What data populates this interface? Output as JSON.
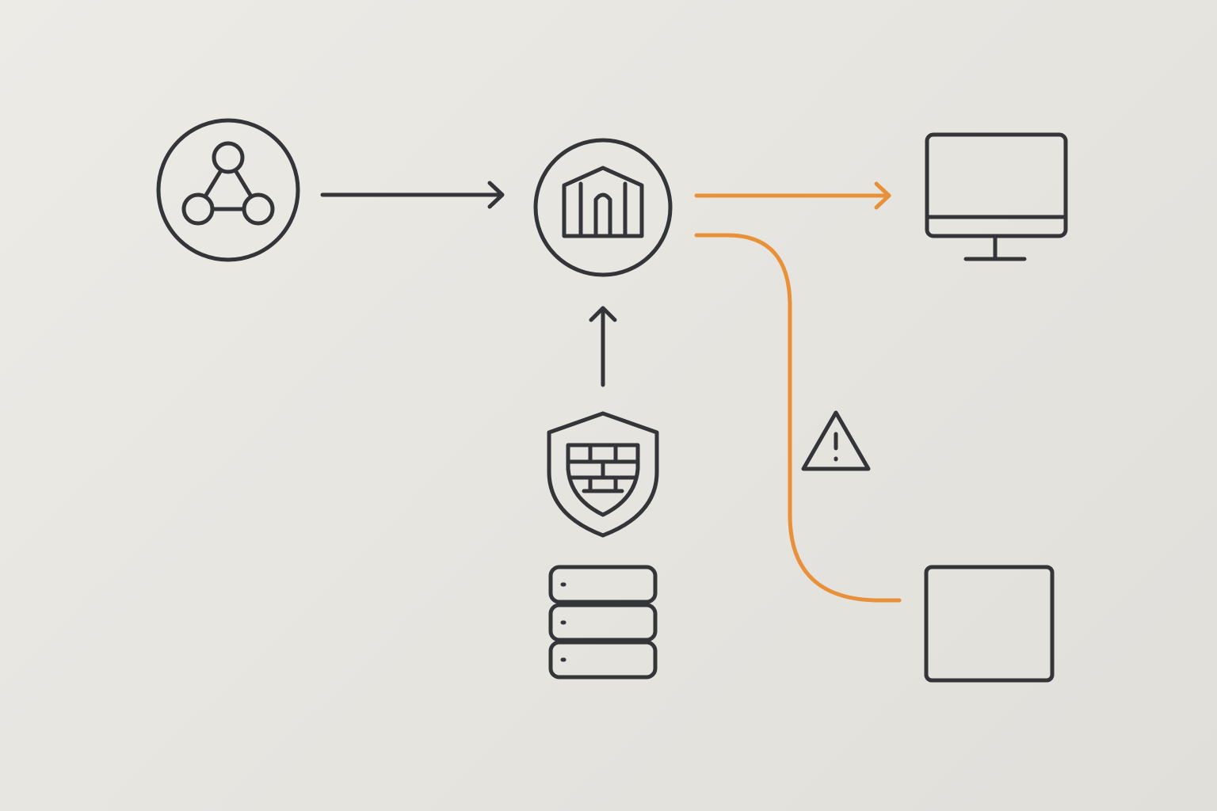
{
  "diagram": {
    "colors": {
      "background": "#e8e6e1",
      "icon_stroke": "#333538",
      "accent": "#e8913a"
    },
    "nodes": [
      {
        "id": "source",
        "icon": "network-nodes-icon"
      },
      {
        "id": "gateway",
        "icon": "building-icon"
      },
      {
        "id": "firewall",
        "icon": "firewall-shield-icon"
      },
      {
        "id": "server",
        "icon": "server-stack-icon"
      },
      {
        "id": "desktop",
        "icon": "monitor-icon"
      },
      {
        "id": "endpoint",
        "icon": "square-box-icon"
      }
    ],
    "connections": [
      {
        "from": "source",
        "to": "gateway",
        "style": "dark",
        "arrow": true
      },
      {
        "from": "firewall",
        "to": "gateway",
        "style": "dark",
        "arrow": true
      },
      {
        "from": "gateway",
        "to": "desktop",
        "style": "accent",
        "arrow": true
      },
      {
        "from": "gateway",
        "to": "endpoint",
        "style": "accent",
        "arrow": false,
        "marker": "warning-icon"
      }
    ]
  }
}
